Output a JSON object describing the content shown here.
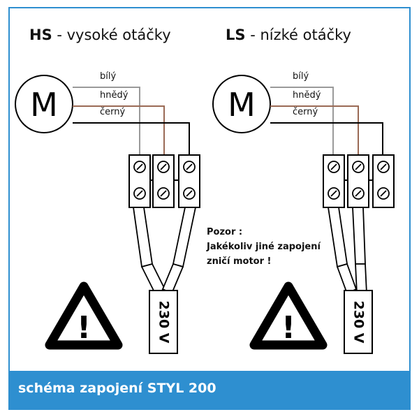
{
  "left_panel": {
    "title_code": "HS",
    "title_text": " - vysoké otáčky",
    "motor_letter": "M",
    "wires": [
      "bílý",
      "hnědý",
      "černý"
    ],
    "voltage_label": "230 V",
    "warning_symbol": "!"
  },
  "right_panel": {
    "title_code": "LS",
    "title_text": " - nízké otáčky",
    "motor_letter": "M",
    "wires": [
      "bílý",
      "hnědý",
      "černý"
    ],
    "voltage_label": "230 V",
    "warning_symbol": "!"
  },
  "warning": {
    "line1": "Pozor :",
    "line2": "Jakékoliv jiné zapojení",
    "line3": "zničí motor !"
  },
  "footer": {
    "text": "schéma zapojení STYL 200"
  },
  "colors": {
    "frame": "#2e8fd0",
    "wire_white": "#9a9a9a",
    "wire_brown": "#9a6a55",
    "wire_black": "#000000"
  }
}
